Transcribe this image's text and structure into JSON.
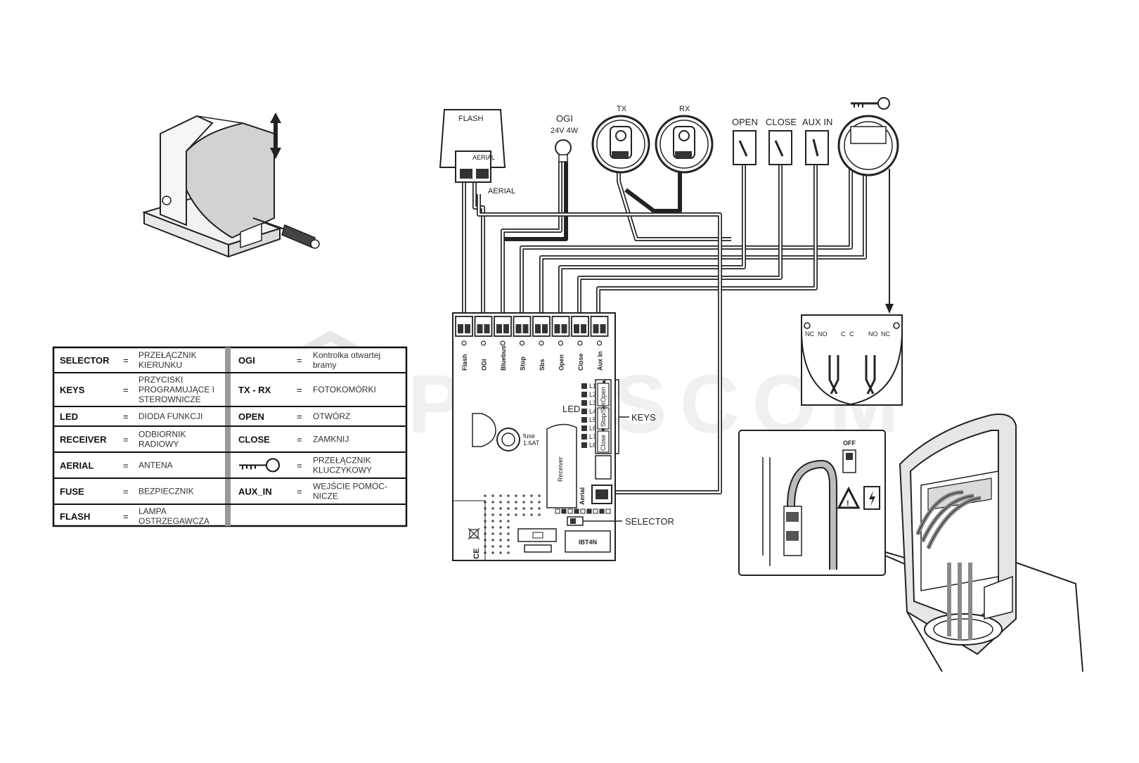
{
  "legend": {
    "rows": [
      {
        "left_key": "SELECTOR",
        "left_eq": "=",
        "left_val": [
          "PRZEŁĄCZNIK",
          "KIERUNKU"
        ],
        "right_key": "OGI",
        "right_eq": "=",
        "right_val": [
          "Kontrolka otwartej",
          "bramy"
        ]
      },
      {
        "left_key": "KEYS",
        "left_eq": "=",
        "left_val": [
          "PRZYCISKI",
          "PROGRAMUJĄCE I",
          "STEROWNICZE"
        ],
        "right_key": "TX - RX",
        "right_eq": "=",
        "right_val": [
          "FOTOKOMÓRKI"
        ]
      },
      {
        "left_key": "LED",
        "left_eq": "=",
        "left_val": [
          "DIODA FUNKCJI"
        ],
        "right_key": "OPEN",
        "right_eq": "=",
        "right_val": [
          "OTWÓRZ"
        ]
      },
      {
        "left_key": "RECEIVER",
        "left_eq": "=",
        "left_val": [
          "ODBIORNIK",
          "RADIOWY"
        ],
        "right_key": "CLOSE",
        "right_eq": "=",
        "right_val": [
          "ZAMKNIJ"
        ]
      },
      {
        "left_key": "AERIAL",
        "left_eq": "=",
        "left_val": [
          "ANTENA"
        ],
        "right_key": "",
        "right_icon": "key-icon",
        "right_eq": "=",
        "right_val": [
          "PRZEŁĄCZNIK",
          "KLUCZYKOWY"
        ]
      },
      {
        "left_key": "FUSE",
        "left_eq": "=",
        "left_val": [
          "BEZPIECZNIK"
        ],
        "right_key": "AUX_IN",
        "right_eq": "=",
        "right_val": [
          "WEJŚCIE POMOC-",
          "NICZE"
        ]
      },
      {
        "left_key": "FLASH",
        "left_eq": "=",
        "left_val": [
          "LAMPA",
          "OSTRZEGAWCZA"
        ],
        "right_key": "",
        "right_eq": "",
        "right_val": []
      }
    ]
  },
  "devices": {
    "flash": "FLASH",
    "flash_aerial_small": "AERIAL",
    "aerial": "AERIAL",
    "ogi": "OGI",
    "ogi_spec": "24V 4W",
    "tx": "TX",
    "rx": "RX",
    "open": "OPEN",
    "close": "CLOSE",
    "aux_in": "AUX IN"
  },
  "terminals": [
    "Flash",
    "OGI",
    "Bluebus",
    "Stop",
    "Sbs",
    "Open",
    "Close",
    "Aux In"
  ],
  "board": {
    "led": "LED",
    "keys": "KEYS",
    "key_open": "Open ▲",
    "key_stopset": "Stop/Set",
    "key_close": "Close ▼",
    "led_labels": [
      "L1",
      "L2",
      "L3",
      "L4",
      "L5",
      "L6",
      "L7",
      "L8"
    ],
    "fuse": "fuse",
    "fuse_rating": "1.6AT",
    "receiver": "Receiver",
    "aerial": "Aerial",
    "selector": "SELECTOR",
    "model": "IBT4N",
    "ce": "CE"
  },
  "keyswitch_contacts": [
    "NC",
    "NO",
    "C",
    "C",
    "NO",
    "NC"
  ],
  "detail": {
    "off": "OFF"
  },
  "watermark": "PLUSCOM"
}
